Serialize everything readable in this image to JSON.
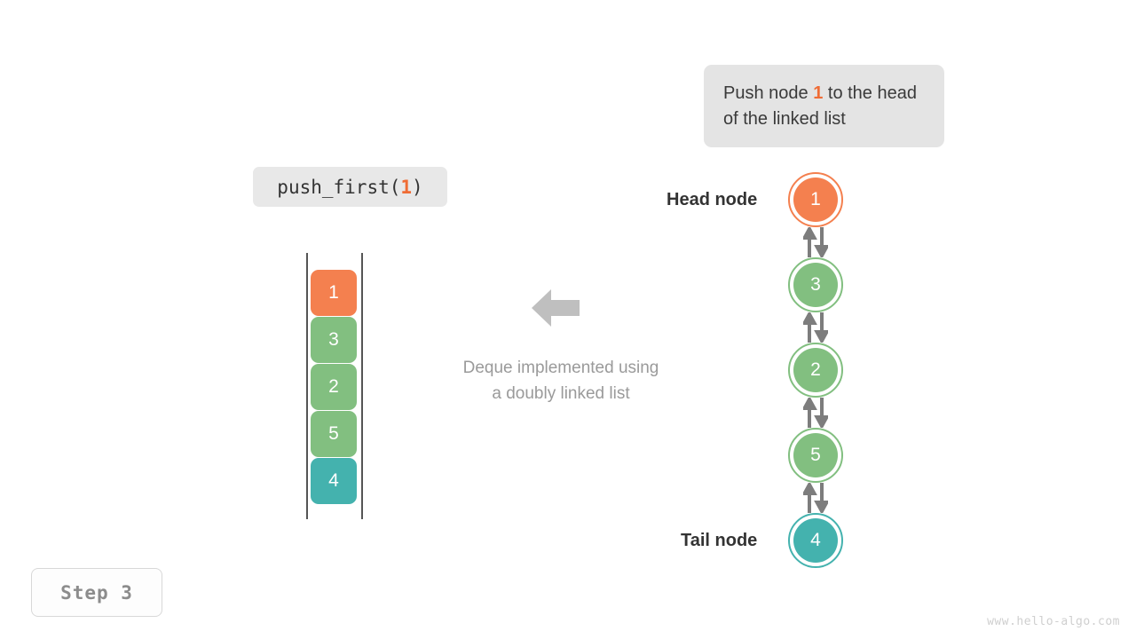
{
  "callout": {
    "text_before": "Push node ",
    "highlight": "1",
    "text_after": " to the head of the linked list"
  },
  "operation": {
    "name": "push_first(",
    "arg": "1",
    "close": ")"
  },
  "stack": {
    "items": [
      {
        "value": "1",
        "color": "#f4804f"
      },
      {
        "value": "3",
        "color": "#82bf80"
      },
      {
        "value": "2",
        "color": "#82bf80"
      },
      {
        "value": "5",
        "color": "#82bf80"
      },
      {
        "value": "4",
        "color": "#44b2ae"
      }
    ]
  },
  "middle": {
    "caption_line1": "Deque implemented using",
    "caption_line2": "a doubly linked list",
    "arrow_direction": "left",
    "arrow_color": "#bfbfbf"
  },
  "linked_list": {
    "head_label": "Head node",
    "tail_label": "Tail node",
    "nodes": [
      {
        "value": "1",
        "color": "#f4804f",
        "ring": "#f4804f"
      },
      {
        "value": "3",
        "color": "#82bf80",
        "ring": "#82bf80"
      },
      {
        "value": "2",
        "color": "#82bf80",
        "ring": "#82bf80"
      },
      {
        "value": "5",
        "color": "#82bf80",
        "ring": "#82bf80"
      },
      {
        "value": "4",
        "color": "#44b2ae",
        "ring": "#44b2ae"
      }
    ],
    "arrow_color": "#7d7d7d"
  },
  "step": {
    "label": "Step 3"
  },
  "watermark": {
    "text": "www.hello-algo.com"
  },
  "palette": {
    "orange": "#f4804f",
    "green": "#82bf80",
    "teal": "#44b2ae",
    "gray_box": "#e4e4e4",
    "gray_text": "#9a9a9a"
  }
}
